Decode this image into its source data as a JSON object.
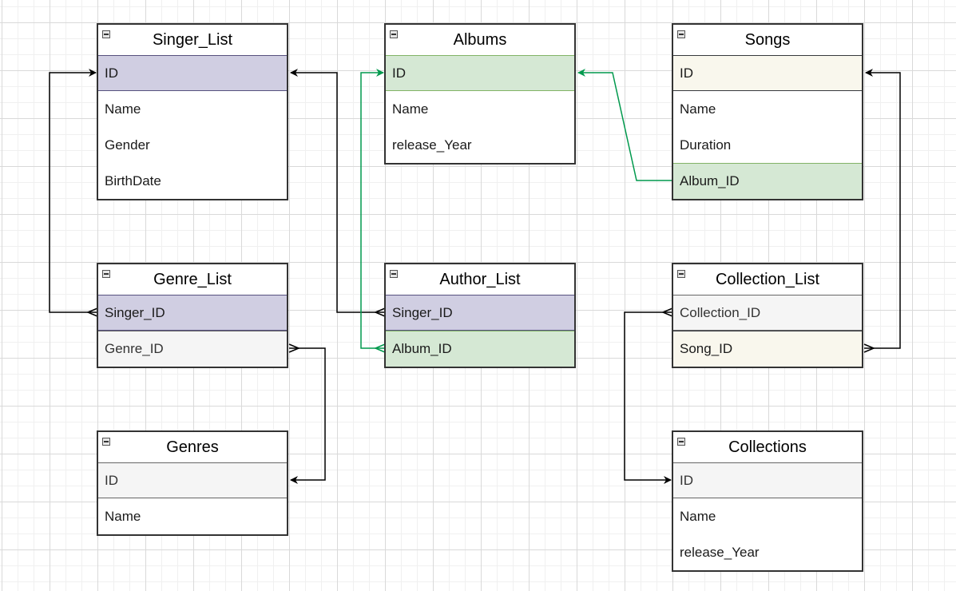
{
  "tables": [
    {
      "id": "singer_list",
      "title": "Singer_List",
      "rows": [
        {
          "label": "ID",
          "style": "purple"
        },
        {
          "label": "Name",
          "style": "plain"
        },
        {
          "label": "Gender",
          "style": "plain"
        },
        {
          "label": "BirthDate",
          "style": "plain"
        }
      ]
    },
    {
      "id": "albums",
      "title": "Albums",
      "rows": [
        {
          "label": "ID",
          "style": "green"
        },
        {
          "label": "Name",
          "style": "plain"
        },
        {
          "label": "release_Year",
          "style": "plain"
        }
      ]
    },
    {
      "id": "songs",
      "title": "Songs",
      "rows": [
        {
          "label": "ID",
          "style": "cream"
        },
        {
          "label": "Name",
          "style": "plain"
        },
        {
          "label": "Duration",
          "style": "plain"
        },
        {
          "label": "Album_ID",
          "style": "green"
        }
      ]
    },
    {
      "id": "genre_list",
      "title": "Genre_List",
      "rows": [
        {
          "label": "Singer_ID",
          "style": "purple"
        },
        {
          "label": "Genre_ID",
          "style": "grey"
        }
      ]
    },
    {
      "id": "author_list",
      "title": "Author_List",
      "rows": [
        {
          "label": "Singer_ID",
          "style": "purple"
        },
        {
          "label": "Album_ID",
          "style": "green"
        }
      ]
    },
    {
      "id": "collection_list",
      "title": "Collection_List",
      "rows": [
        {
          "label": "Collection_ID",
          "style": "grey"
        },
        {
          "label": "Song_ID",
          "style": "cream"
        }
      ]
    },
    {
      "id": "genres",
      "title": "Genres",
      "rows": [
        {
          "label": "ID",
          "style": "grey"
        },
        {
          "label": "Name",
          "style": "plain"
        }
      ]
    },
    {
      "id": "collections",
      "title": "Collections",
      "rows": [
        {
          "label": "ID",
          "style": "grey"
        },
        {
          "label": "Name",
          "style": "plain"
        },
        {
          "label": "release_Year",
          "style": "plain"
        }
      ]
    }
  ],
  "relations": [
    {
      "id": "genre_list-singer",
      "from": "genre_list.Singer_ID",
      "to": "singer_list.ID",
      "color": "#000000",
      "many_end": "genre_list.Singer_ID"
    },
    {
      "id": "author_list-singer",
      "from": "author_list.Singer_ID",
      "to": "singer_list.ID",
      "color": "#000000",
      "many_end": "author_list.Singer_ID"
    },
    {
      "id": "author_list-album",
      "from": "author_list.Album_ID",
      "to": "albums.ID",
      "color": "#00994d",
      "many_end": "author_list.Album_ID"
    },
    {
      "id": "songs-album",
      "from": "songs.Album_ID",
      "to": "albums.ID",
      "color": "#00994d",
      "many_end": ""
    },
    {
      "id": "genre_list-genre",
      "from": "genre_list.Genre_ID",
      "to": "genres.ID",
      "color": "#000000",
      "many_end": "genre_list.Genre_ID"
    },
    {
      "id": "collection_list-song",
      "from": "collection_list.Song_ID",
      "to": "songs.ID",
      "color": "#000000",
      "many_end": "collection_list.Song_ID"
    },
    {
      "id": "collection_list-collection",
      "from": "collection_list.Collection_ID",
      "to": "collections.ID",
      "color": "#000000",
      "many_end": "collection_list.Collection_ID"
    }
  ]
}
